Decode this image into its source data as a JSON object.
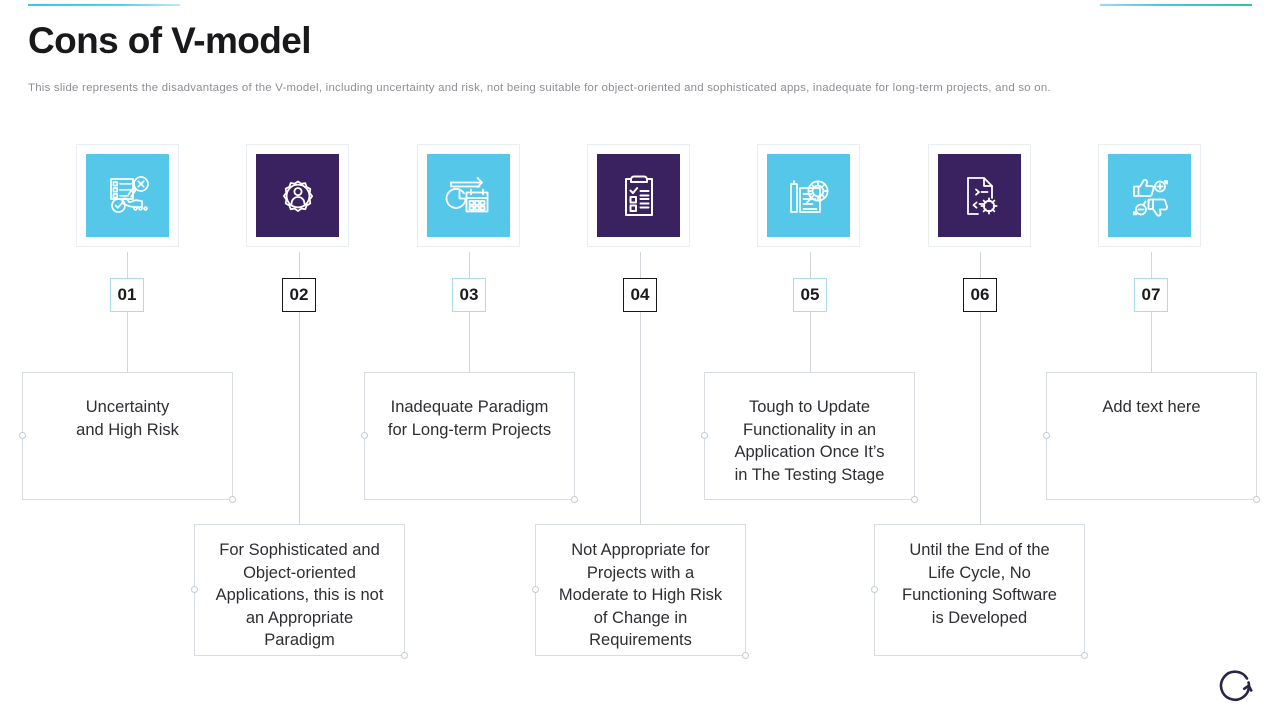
{
  "accents": {
    "left_color": "#3ec6e0",
    "right_color": "#35c0a0"
  },
  "header": {
    "title": "Cons of V-model",
    "subtitle": "This slide represents the disadvantages of the V-model, including uncertainty and risk, not being suitable for object-oriented and sophisticated apps, inadequate for long-term projects, and so on."
  },
  "palette": {
    "blue": "#55c7e8",
    "purple": "#3a2260",
    "text": "#2e2e33",
    "line": "#cfd4d9"
  },
  "steps": [
    {
      "number": "01",
      "badge_style": "light",
      "icon_name": "document-checklist-reject-icon",
      "tile_color": "blue",
      "text": "Uncertainty\nand High Risk",
      "row": "top"
    },
    {
      "number": "02",
      "badge_style": "dark",
      "icon_name": "gear-person-icon",
      "tile_color": "purple",
      "text": "For Sophisticated and\nObject-oriented\nApplications, this is not\nan Appropriate\nParadigm",
      "row": "bottom"
    },
    {
      "number": "03",
      "badge_style": "light",
      "icon_name": "clock-calendar-arrow-icon",
      "tile_color": "blue",
      "text": "Inadequate Paradigm\nfor Long-term Projects",
      "row": "top"
    },
    {
      "number": "04",
      "badge_style": "dark",
      "icon_name": "clipboard-checklist-icon",
      "tile_color": "purple",
      "text": "Not Appropriate for\nProjects with a\nModerate to High Risk\nof Change in\nRequirements",
      "row": "bottom"
    },
    {
      "number": "05",
      "badge_style": "light",
      "icon_name": "report-magnifier-gear-icon",
      "tile_color": "blue",
      "text": "Tough to Update\nFunctionality in an\nApplication Once It’s\nin The Testing Stage",
      "row": "top"
    },
    {
      "number": "06",
      "badge_style": "dark",
      "icon_name": "code-document-gear-icon",
      "tile_color": "purple",
      "text": "Until the End of the\nLife Cycle, No\nFunctioning Software\nis Developed",
      "row": "bottom"
    },
    {
      "number": "07",
      "badge_style": "light",
      "icon_name": "thumbs-up-down-icon",
      "tile_color": "blue",
      "text": "Add text here",
      "row": "top"
    }
  ],
  "brand": {
    "logo_name": "circular-arrow-logo",
    "color": "#2b2545"
  }
}
